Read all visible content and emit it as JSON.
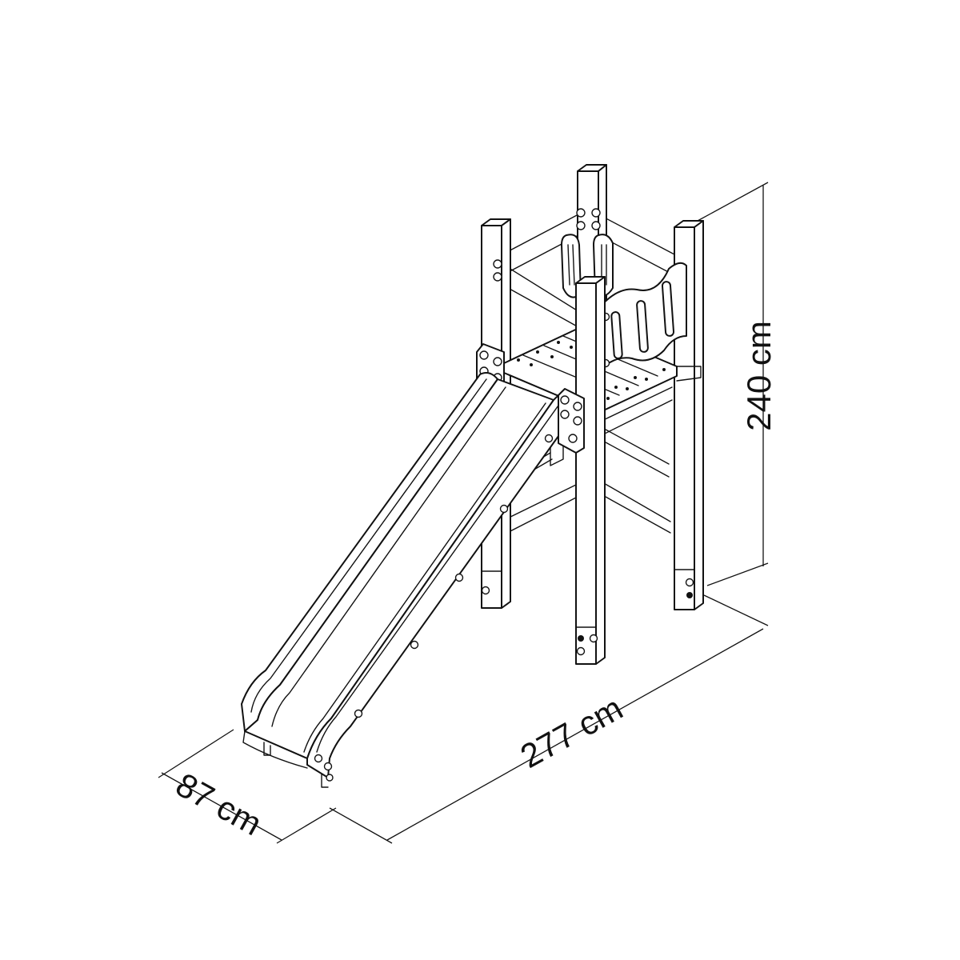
{
  "dimensions": {
    "depth": "87 cm",
    "length": "277 cm",
    "height": "240 cm"
  },
  "colors": {
    "line": "#111111",
    "background": "#ffffff"
  }
}
